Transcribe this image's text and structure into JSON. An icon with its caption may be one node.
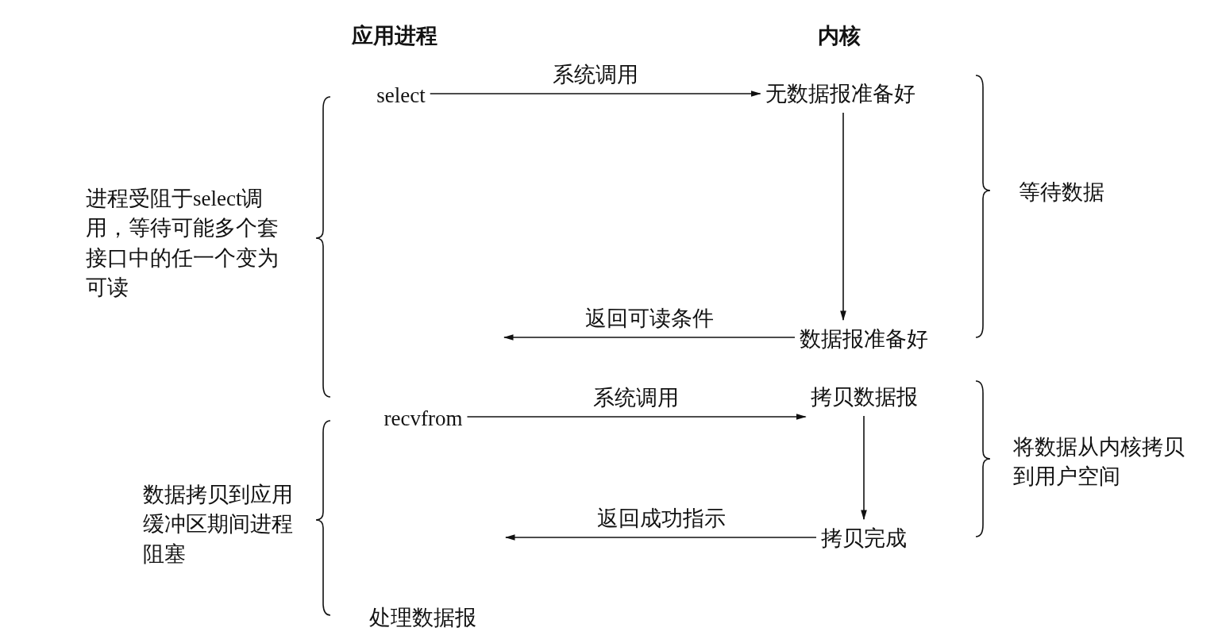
{
  "diagram": {
    "nodes": [
      {
        "text": [
          "select"
        ]
      },
      {
        "text": [
          "无数据报准备好"
        ]
      },
      {
        "text": [
          "数据报准备好"
        ]
      },
      {
        "text": [
          "recvfrom"
        ]
      },
      {
        "text": [
          "拷贝数据报"
        ]
      },
      {
        "text": [
          "拷贝完成"
        ]
      },
      {
        "text": [
          "处理数据报"
        ]
      }
    ],
    "edges": [
      {
        "from": 0,
        "to": 1,
        "arrow": "to",
        "label": "系统调用"
      },
      {
        "from": 1,
        "to": 2,
        "arrow": "to"
      },
      {
        "from": 2,
        "to": null,
        "arrow": "to",
        "label": "返回可读条件"
      },
      {
        "from": 3,
        "to": 4,
        "arrow": "to",
        "label": "系统调用"
      },
      {
        "from": 4,
        "to": 5,
        "arrow": "to"
      },
      {
        "from": 5,
        "to": null,
        "arrow": "to",
        "label": "返回成功指示"
      }
    ],
    "labels": [
      "应用进程",
      "内核",
      "等待数据",
      "进程受阻于select调用，等待可能多个套接口中的任一个变为可读",
      "将数据从内核拷贝到用户空间",
      "数据拷贝到应用缓冲区期间进程阻塞"
    ]
  }
}
